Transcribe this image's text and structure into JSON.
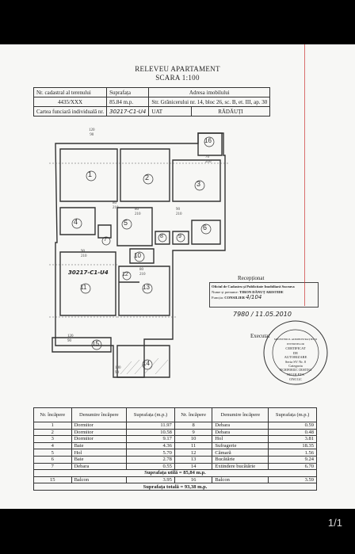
{
  "title": "RELEVEU APARTAMENT",
  "scale": "SCARA 1:100",
  "header": {
    "nr_cadastral_label": "Nr. cadastral al terenului",
    "nr_cadastral": "4435/XXX",
    "suprafata_label": "Suprafața",
    "suprafata": "85.84 m.p.",
    "adresa_label": "Adresa imobilului",
    "adresa": "Str. Grănicerului nr. 14, bloc 26, sc. B, et. III, ap. 30",
    "carte_label": "Cartea funciară individuală nr.",
    "carte": "30217-C1-U4",
    "uat_label": "UAT",
    "uat": "RĂDĂUȚI"
  },
  "plan": {
    "rooms": [
      "1",
      "2",
      "3",
      "4",
      "5",
      "6",
      "7",
      "8",
      "9",
      "10",
      "11",
      "12",
      "13",
      "14",
      "15",
      "16"
    ],
    "handwritten_label": "30217-C1-U4",
    "dims": [
      "120",
      "90",
      "80",
      "210",
      "70",
      "210",
      "90",
      "210",
      "80",
      "210",
      "90",
      "210",
      "120",
      "90",
      "100",
      "90",
      "80",
      "210"
    ]
  },
  "reception": {
    "title": "Recepționat",
    "office": "Oficiul de Cadastru și Publicitate Imobiliară Suceava",
    "name_label": "Nume și prenume:",
    "name": "TIRON DĂNUȚ ARISTIDE",
    "func_label": "Funcția:",
    "func": "CONSILIER",
    "sign": "4/104",
    "date": "7980 / 11.05.2010",
    "execut": "Executat"
  },
  "seal": {
    "ring": "MINISTERUL ADMINISTRAȚIEI ȘI INTERNELOR",
    "line1": "CERTIFICAT",
    "line2": "DE",
    "line3": "AUTORIZARE",
    "line4": "Seria SV Nr. 0",
    "line5": "Categoria",
    "name": "NICHIFORIUC CRISTINA",
    "name2": "NICOLETA",
    "bottom": "ONCGC"
  },
  "legend": {
    "h_nr": "Nr. încăpere",
    "h_den": "Denumire încăpere",
    "h_sup": "Suprafața (m.p.)",
    "rows": [
      {
        "a": "1",
        "b": "Dormitor",
        "c": "11.97",
        "d": "8",
        "e": "Debara",
        "f": "0.59"
      },
      {
        "a": "2",
        "b": "Dormitor",
        "c": "10.58",
        "d": "9",
        "e": "Debara",
        "f": "0.48"
      },
      {
        "a": "3",
        "b": "Dormitor",
        "c": "9.17",
        "d": "10",
        "e": "Hol",
        "f": "3.81"
      },
      {
        "a": "4",
        "b": "Baie",
        "c": "4.36",
        "d": "11",
        "e": "Sufragerie",
        "f": "18.35"
      },
      {
        "a": "5",
        "b": "Hol",
        "c": "5.70",
        "d": "12",
        "e": "Cămară",
        "f": "1.56"
      },
      {
        "a": "6",
        "b": "Baie",
        "c": "2.78",
        "d": "13",
        "e": "Bucătărie",
        "f": "9.24"
      },
      {
        "a": "7",
        "b": "Debara",
        "c": "0.55",
        "d": "14",
        "e": "Extindere bucătărie",
        "f": "6.70"
      }
    ],
    "util": "Suprafața utilă = 85,84 m.p.",
    "balcony": {
      "a": "15",
      "b": "Balcon",
      "c": "3.95",
      "d": "16",
      "e": "Balcon",
      "f": "3.59"
    },
    "total": "Suprafața totală = 93,38 m.p."
  },
  "pager": "1/1"
}
